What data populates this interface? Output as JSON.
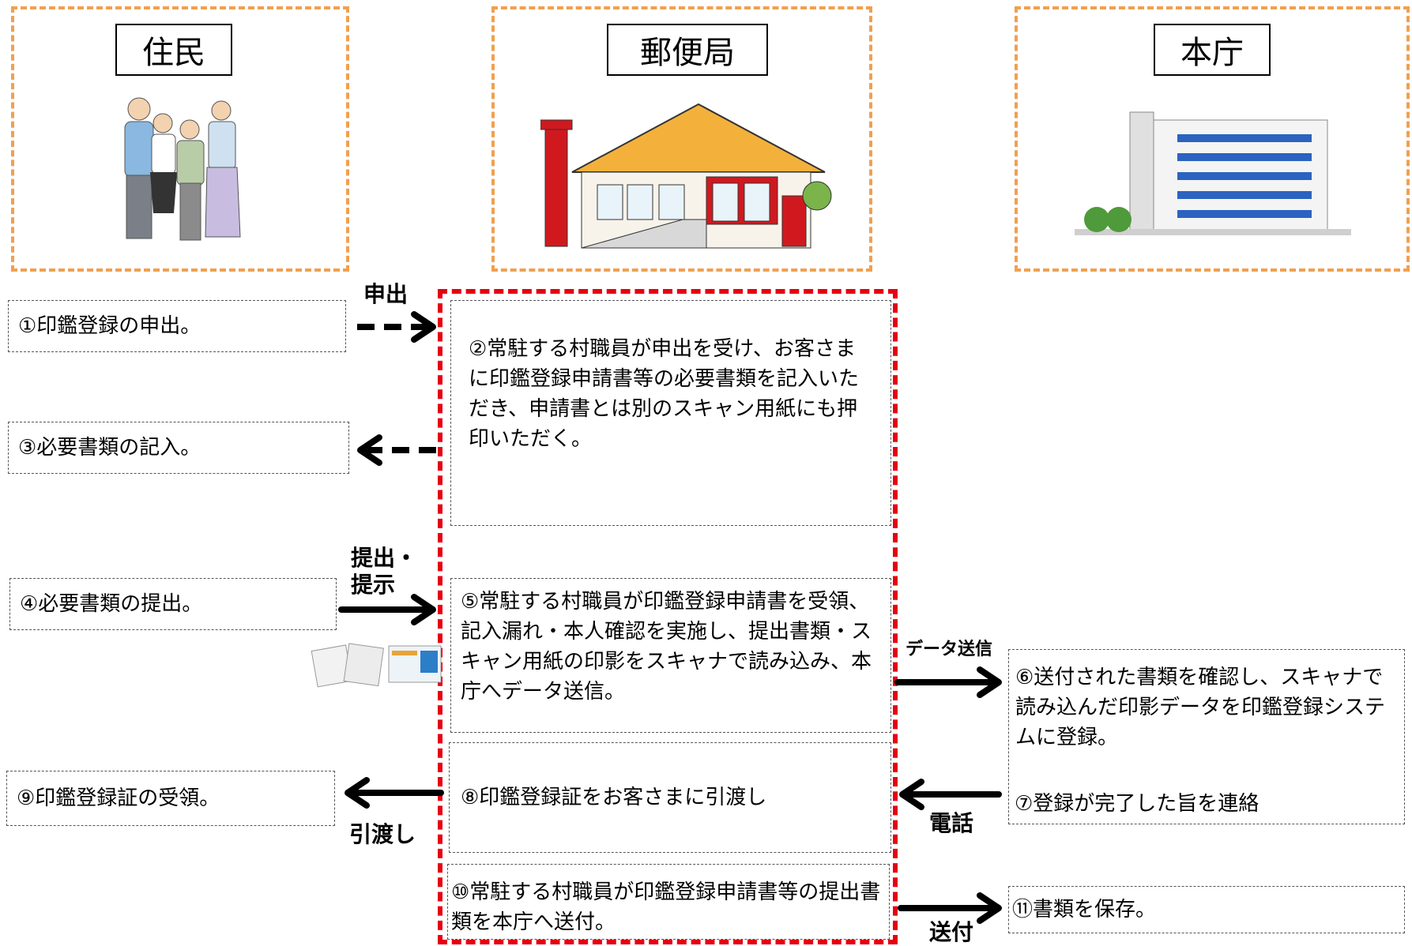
{
  "columns": {
    "resident": "住民",
    "post_office": "郵便局",
    "main_office": "本庁"
  },
  "steps": {
    "s1": "①印鑑登録の申出。",
    "s2": "②常駐する村職員が申出を受け、お客さまに印鑑登録申請書等の必要書類を記入いただき、申請書とは別のスキャン用紙にも押印いただく。",
    "s3": "③必要書類の記入。",
    "s4": "④必要書類の提出。",
    "s5": "⑤常駐する村職員が印鑑登録申請書を受領、記入漏れ・本人確認を実施し、提出書類・スキャン用紙の印影をスキャナで読み込み、本庁へデータ送信。",
    "s6": "⑥送付された書類を確認し、スキャナで読み込んだ印影データを印鑑登録システムに登録。",
    "s7": "⑦登録が完了した旨を連絡",
    "s8": "⑧印鑑登録証をお客さまに引渡し",
    "s9": "⑨印鑑登録証の受領。",
    "s10": "⑩常駐する村職員が印鑑登録申請書等の提出書類を本庁へ送付。",
    "s11": "⑪書類を保存。"
  },
  "arrow_labels": {
    "apply": "申出",
    "submit": "提出・\n提示",
    "data_send": "データ送信",
    "phone": "電話",
    "handover": "引渡し",
    "send": "送付"
  },
  "colors": {
    "column_border": "#f0a050",
    "post_office_frame": "#e60012"
  },
  "icons": [
    "residents-illustration",
    "post-office-illustration",
    "office-building-illustration",
    "documents-illustration"
  ]
}
